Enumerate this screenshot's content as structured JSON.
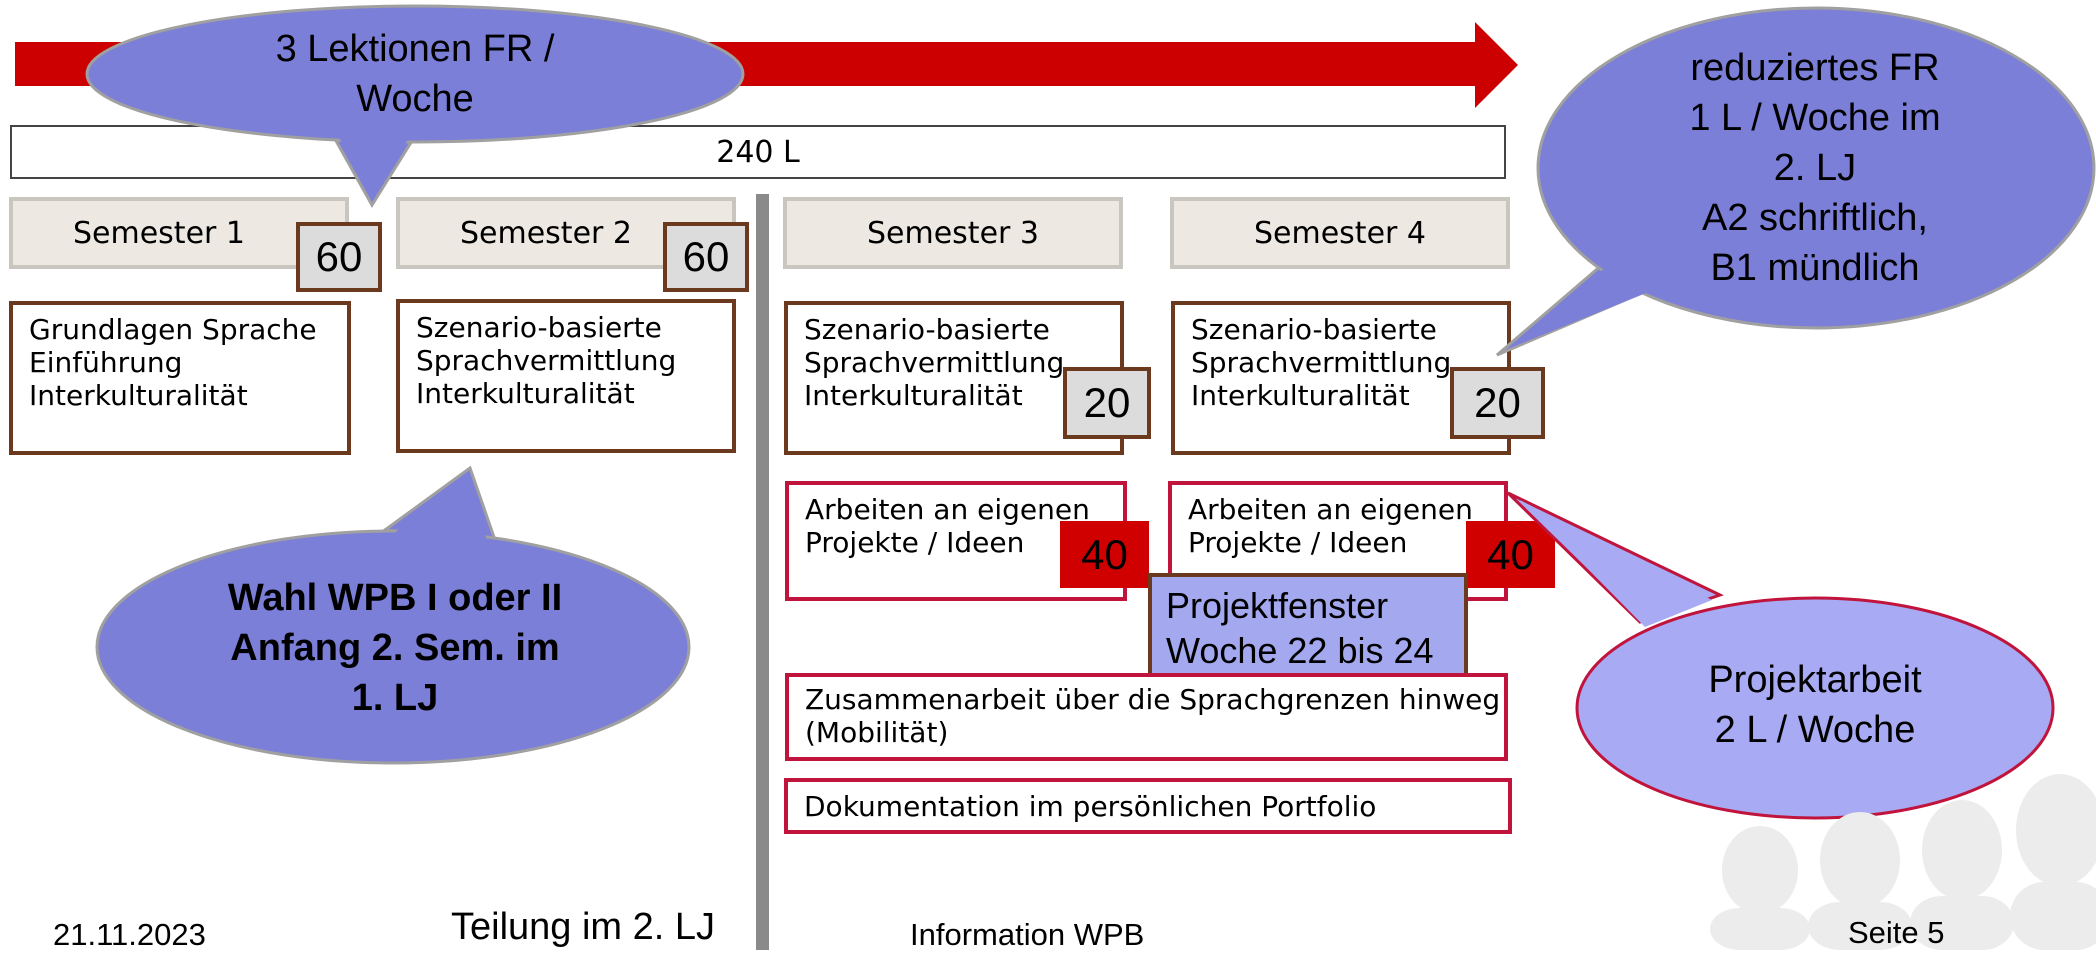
{
  "total": "240 L",
  "semesters": [
    {
      "label": "Semester 1",
      "hours": "60"
    },
    {
      "label": "Semester 2",
      "hours": "60"
    },
    {
      "label": "Semester 3"
    },
    {
      "label": "Semester 4"
    }
  ],
  "content_boxes": {
    "sem1": [
      "Grundlagen Sprache",
      "Einführung",
      "Interkulturalität"
    ],
    "sem2": [
      "Szenario-basierte",
      "Sprachvermittlung",
      "Interkulturalität"
    ],
    "sem3": {
      "lines": [
        "Szenario-basierte",
        "Sprachvermittlung",
        "Interkulturalität"
      ],
      "hours": "20"
    },
    "sem4": {
      "lines": [
        "Szenario-basierte",
        "Sprachvermittlung",
        "Interkulturalität"
      ],
      "hours": "20"
    }
  },
  "projects": {
    "sem3": {
      "lines": [
        "Arbeiten an eigenen",
        "Projekte / Ideen"
      ],
      "hours": "40"
    },
    "sem4": {
      "lines": [
        "Arbeiten an eigenen",
        "Projekte / Ideen"
      ],
      "hours": "40"
    }
  },
  "project_window": [
    "Projektfenster",
    "Woche 22 bis 24"
  ],
  "collaboration": [
    "Zusammenarbeit über die Sprachgrenzen hinweg",
    "(Mobilität)"
  ],
  "documentation": "Dokumentation im persönlichen Portfolio",
  "callouts": {
    "lessons": [
      "3 Lektionen FR /",
      "Woche"
    ],
    "reduced": [
      "reduziertes FR",
      "1 L / Woche im",
      "2. LJ",
      "A2 schriftlich,",
      "B1 mündlich"
    ],
    "choice": [
      "Wahl WPB I oder II",
      "Anfang 2. Sem. im",
      "1. LJ"
    ],
    "project": [
      "Projektarbeit",
      "2 L / Woche"
    ]
  },
  "divider_label": "Teilung im 2. LJ",
  "footer": {
    "date": "21.11.2023",
    "title": "Information WPB",
    "page": "Seite 5"
  },
  "colors": {
    "arrow": "#cc0000",
    "bubble": "#7b7fd8",
    "bubble_light": "#a8abf3",
    "brown_border": "#6b3a1e",
    "red_border": "#c0143c"
  }
}
